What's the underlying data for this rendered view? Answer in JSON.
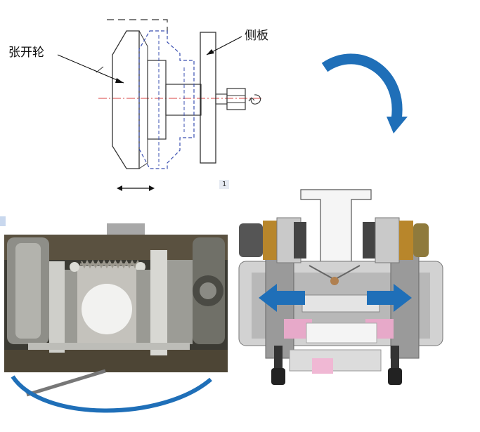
{
  "labels": {
    "wheel": "张开轮",
    "side_plate": "侧板",
    "figure_number": "1"
  },
  "colors": {
    "arrow_blue": "#1f6fb8",
    "dashed_blue": "#3a4fb0",
    "centerline_red": "#d94040",
    "drawing_line": "#333333"
  },
  "icons": [
    "rotation-arrow-icon",
    "double-headed-arrow-icon",
    "curved-arrow-icon"
  ]
}
